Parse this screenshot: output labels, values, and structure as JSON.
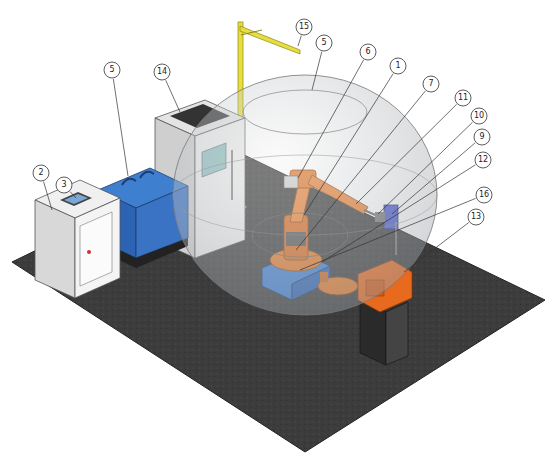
{
  "diagram": {
    "labels": [
      "15",
      "14",
      "5",
      "5",
      "6",
      "1",
      "7",
      "11",
      "10",
      "9",
      "12",
      "16",
      "13",
      "2",
      "3"
    ]
  }
}
